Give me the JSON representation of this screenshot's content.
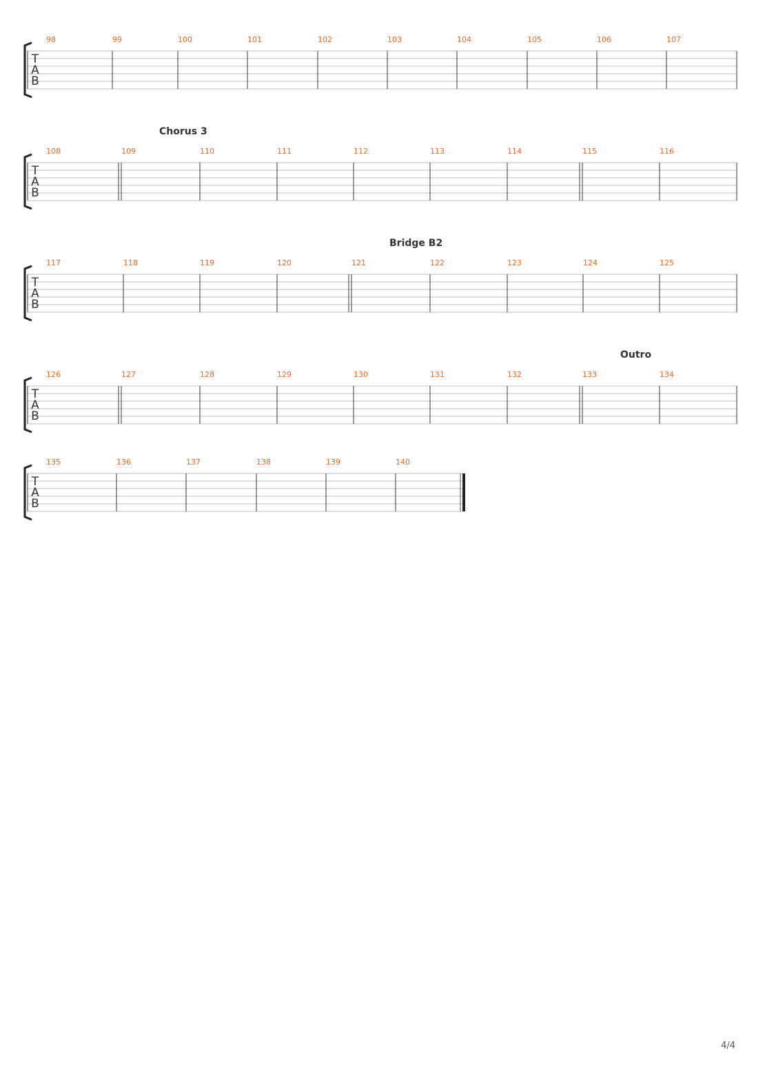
{
  "systems": [
    {
      "measures": [
        "98",
        "99",
        "100",
        "101",
        "102",
        "103",
        "104",
        "105",
        "106",
        "107"
      ],
      "section_markers": [],
      "double_bars_before": []
    },
    {
      "measures": [
        "108",
        "109",
        "110",
        "111",
        "112",
        "113",
        "114",
        "115",
        "116"
      ],
      "section_markers": [
        {
          "before": "109",
          "label": "Chorus 3"
        }
      ],
      "double_bars_before": [
        "109",
        "115"
      ]
    },
    {
      "measures": [
        "117",
        "118",
        "119",
        "120",
        "121",
        "122",
        "123",
        "124",
        "125"
      ],
      "section_markers": [
        {
          "before": "121",
          "label": "Bridge B2"
        }
      ],
      "double_bars_before": [
        "121"
      ]
    },
    {
      "measures": [
        "126",
        "127",
        "128",
        "129",
        "130",
        "131",
        "132",
        "133",
        "134"
      ],
      "section_markers": [
        {
          "before": "133",
          "label": "Outro"
        }
      ],
      "double_bars_before": [
        "127",
        "133"
      ]
    },
    {
      "measures": [
        "135",
        "136",
        "137",
        "138",
        "139",
        "140"
      ],
      "section_markers": [],
      "double_bars_before": [],
      "final_barline": true
    }
  ],
  "tab_clef": [
    "T",
    "A",
    "B"
  ],
  "colors": {
    "measure_number": "#f26522",
    "staff_line": "#bbbbbb",
    "barline": "#555555",
    "bracket": "#222222"
  },
  "page_indicator": "4/4"
}
